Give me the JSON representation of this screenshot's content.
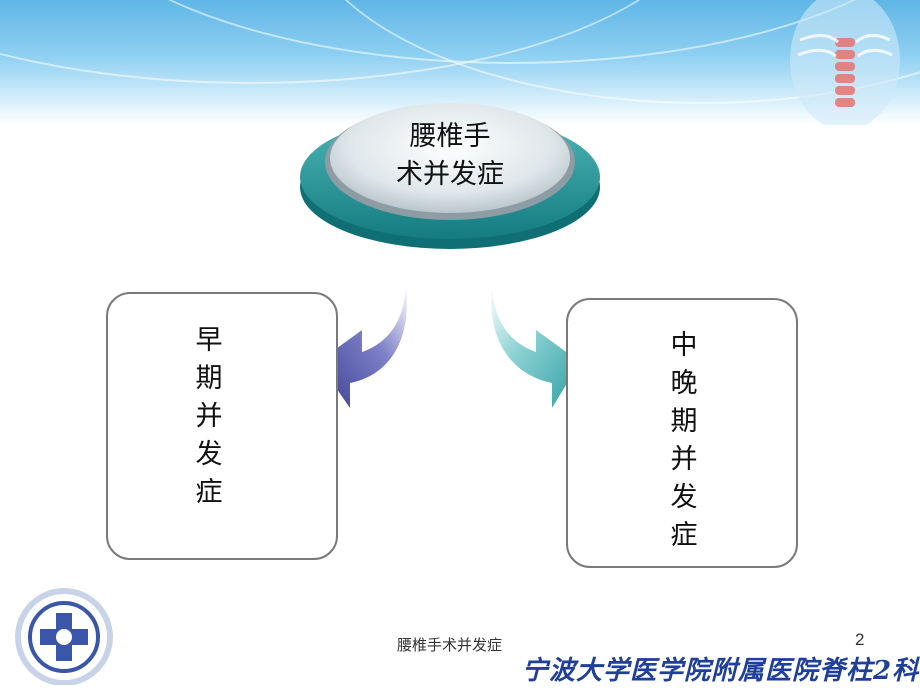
{
  "center": {
    "label_line1": "腰椎手",
    "label_line2": "术并发症"
  },
  "left_box": {
    "text": "早\n期\n并\n发\n症"
  },
  "right_box": {
    "text": "中\n晚\n期\n并\n发\n症"
  },
  "footer": {
    "title": "腰椎手术并发症",
    "page_number": "2",
    "department": "宁波大学医学院附属医院脊柱2科"
  },
  "colors": {
    "banner": "#5fb6e6",
    "disc_rim": "#1c8f95",
    "arrow_left": "#4b4fa3",
    "arrow_right": "#4fb1b3",
    "box_border": "#7a7a7a",
    "department_text": "#1f3f9a"
  }
}
